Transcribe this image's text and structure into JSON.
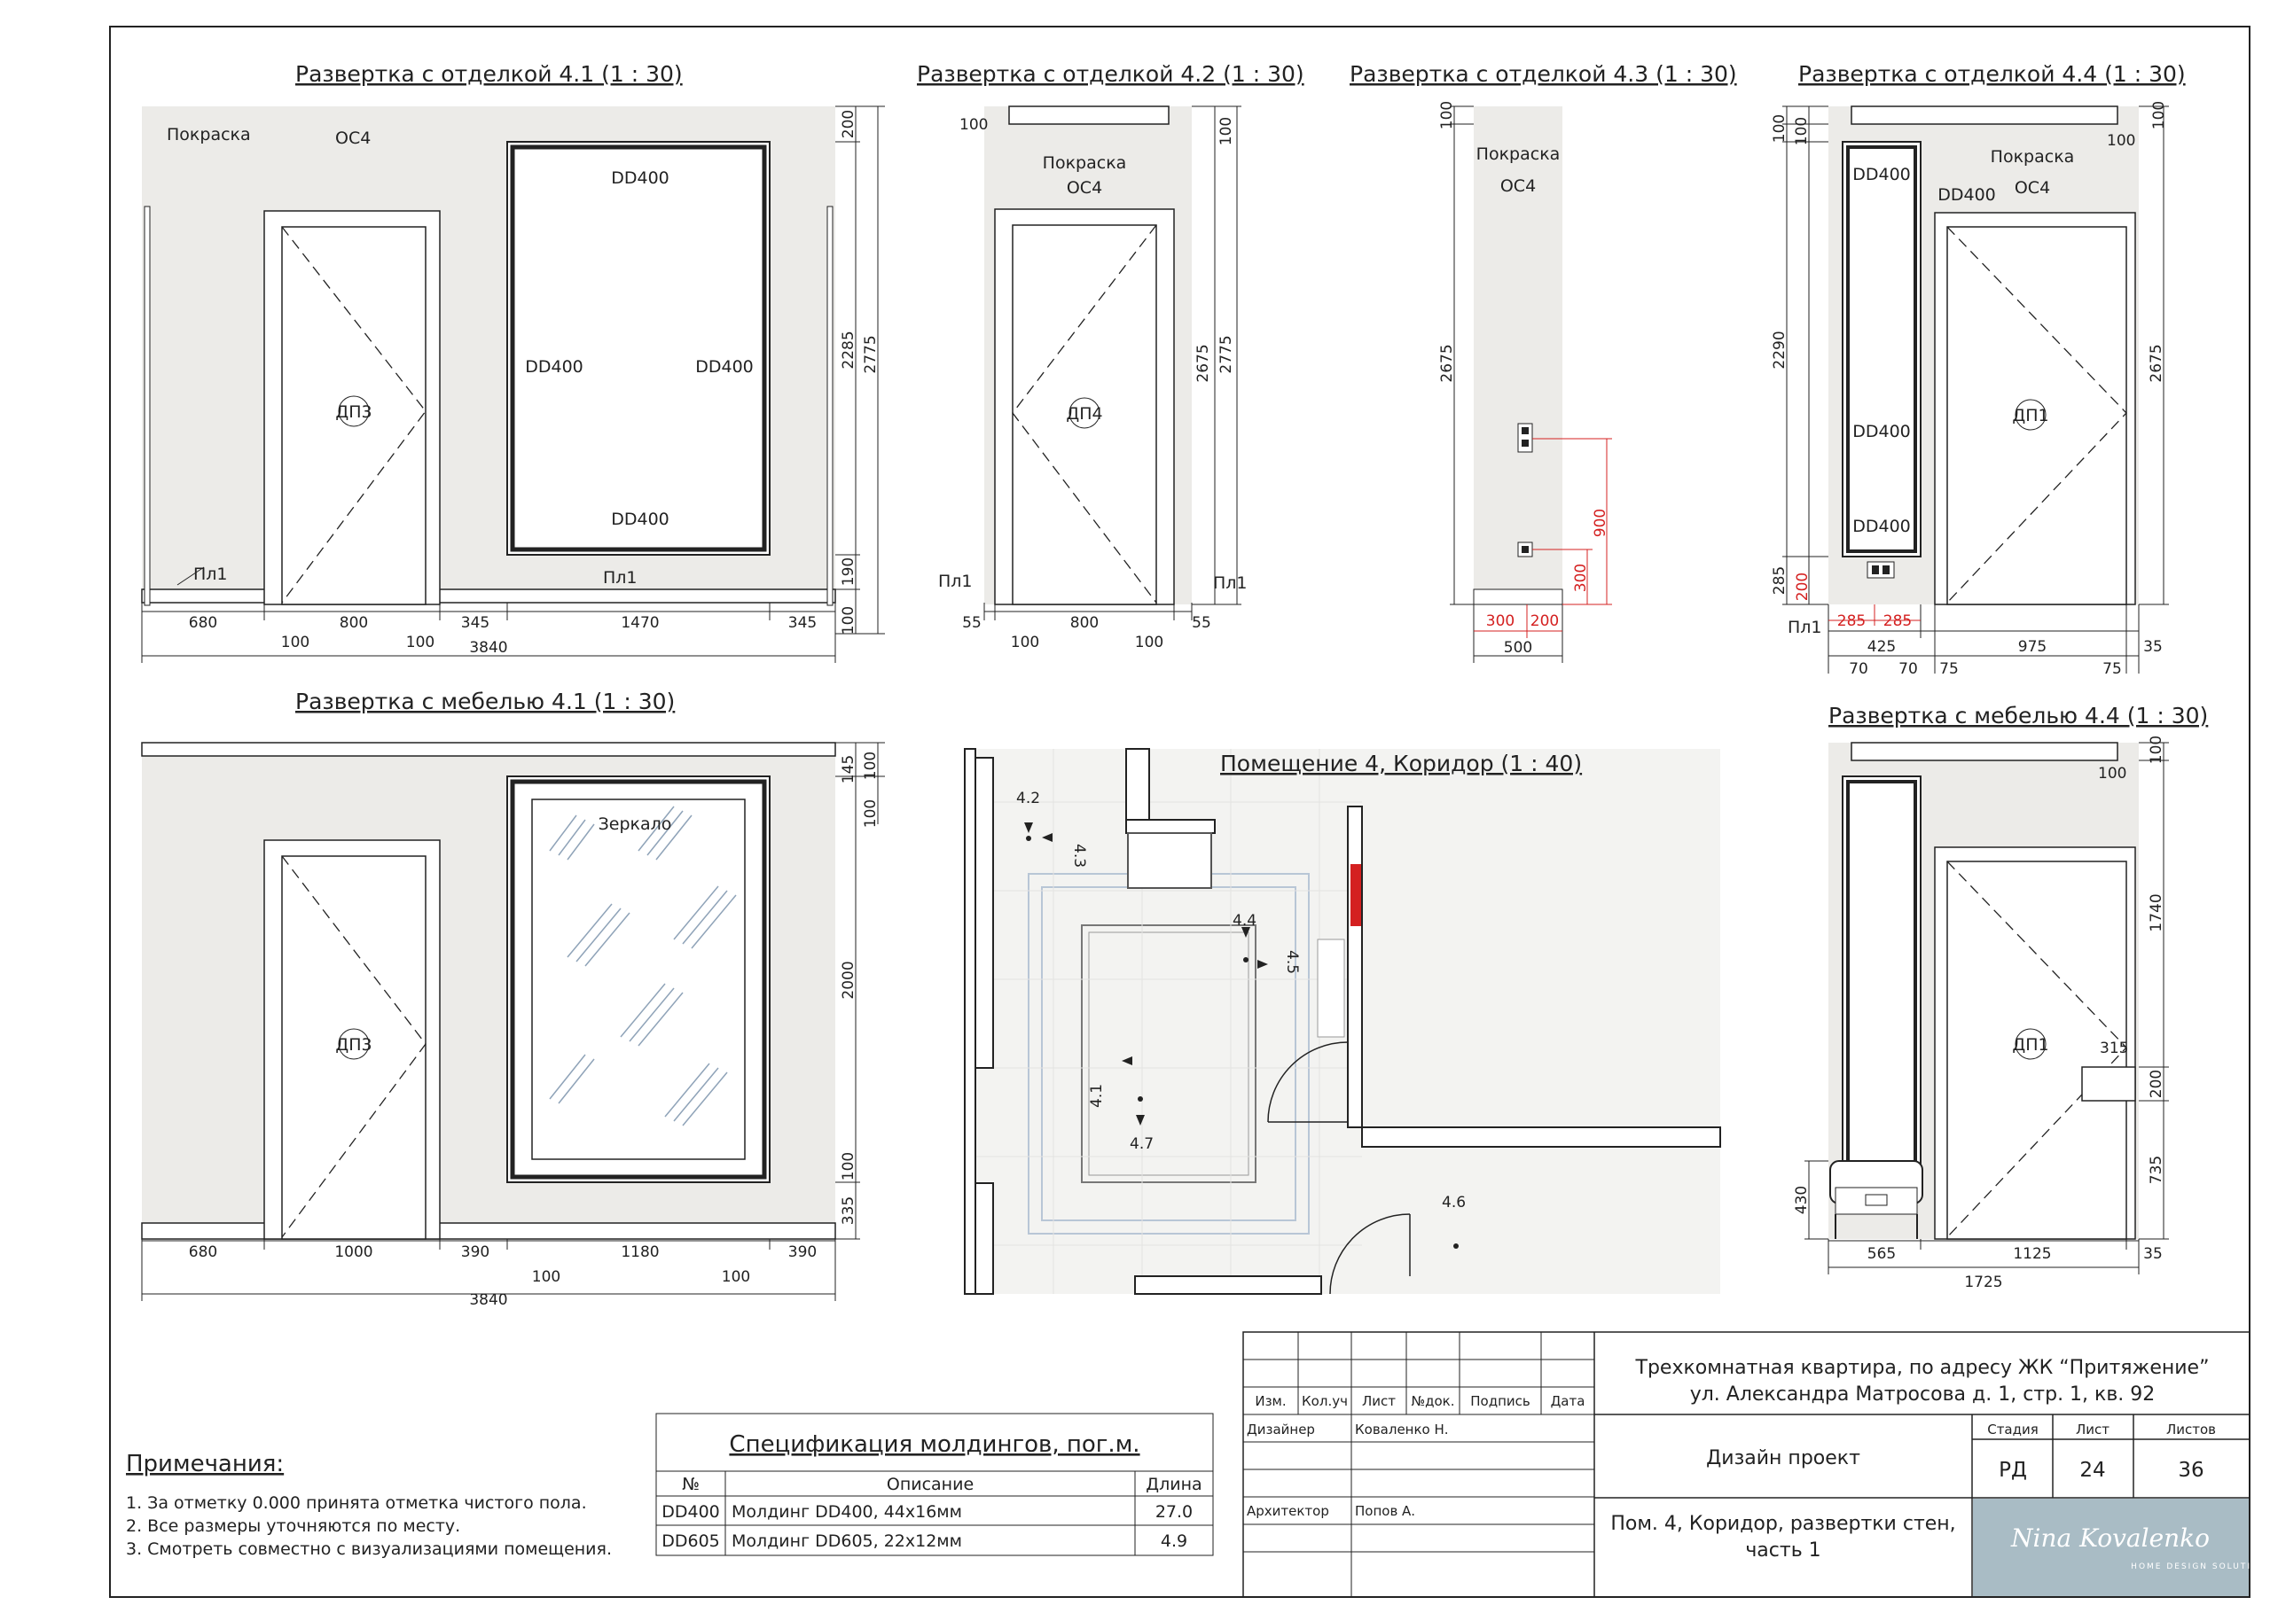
{
  "titles": {
    "e41": "Развертка с отделкой 4.1 (1 : 30)",
    "e42": "Развертка с отделкой 4.2 (1 : 30)",
    "e43": "Развертка с отделкой 4.3 (1 : 30)",
    "e44": "Развертка с отделкой 4.4 (1 : 30)",
    "m41": "Развертка с мебелью 4.1 (1 : 30)",
    "m44": "Развертка с мебелью 4.4 (1 : 30)",
    "plan": "Помещение 4, Коридор (1 : 40)"
  },
  "e41": {
    "pokraska": "Покраска",
    "oc": "ОС4",
    "door": "ДП3",
    "dd_top": "DD400",
    "dd_left": "DD400",
    "dd_right": "DD400",
    "dd_bottom": "DD400",
    "pl_left": "Пл1",
    "pl_right": "Пл1",
    "d_680": "680",
    "d_800": "800",
    "d_345a": "345",
    "d_1470": "1470",
    "d_345b": "345",
    "d_100a": "100",
    "d_100b": "100",
    "d_total": "3840",
    "v_200": "200",
    "v_2285": "2285",
    "v_2775": "2775",
    "v_190": "190",
    "v_100": "100"
  },
  "e42": {
    "pokraska": "Покраска",
    "oc": "ОС4",
    "door": "ДП4",
    "pl_left": "Пл1",
    "pl_right": "Пл1",
    "d_100top": "100",
    "v_100": "100",
    "v_2675": "2675",
    "v_2775": "2775",
    "d_55a": "55",
    "d_800": "800",
    "d_55b": "55",
    "d_100a": "100",
    "d_100b": "100"
  },
  "e43": {
    "pokraska": "Покраска",
    "oc": "ОС4",
    "v_100": "100",
    "v_2675": "2675",
    "v_900": "900",
    "v_300": "300",
    "d_300": "300",
    "d_200": "200",
    "d_500": "500"
  },
  "e44": {
    "pokraska": "Покраска",
    "oc": "ОС4",
    "door": "ДП1",
    "dd_a": "DD400",
    "dd_b": "DD400",
    "dd_c": "DD400",
    "dd_d": "DD400",
    "pl": "Пл1",
    "v_100a": "100",
    "v_100b": "100",
    "v_100c": "100",
    "v_100d": "100",
    "v_2290": "2290",
    "v_2675": "2675",
    "v_285": "285",
    "v_200": "200",
    "d_285a": "285",
    "d_285b": "285",
    "d_425": "425",
    "d_975": "975",
    "d_35": "35",
    "d_70a": "70",
    "d_70b": "70",
    "d_75a": "75",
    "d_75b": "75"
  },
  "m41": {
    "door": "ДП3",
    "mirror": "Зеркало",
    "v_145": "145",
    "v_100a": "100",
    "v_100b": "100",
    "v_2000": "2000",
    "v_100c": "100",
    "v_335": "335",
    "d_680": "680",
    "d_1000": "1000",
    "d_390a": "390",
    "d_1180": "1180",
    "d_390b": "390",
    "d_100a": "100",
    "d_100b": "100",
    "d_total": "3840"
  },
  "m44": {
    "door": "ДП1",
    "v_100a": "100",
    "v_100b": "100",
    "v_1740": "1740",
    "v_315": "315",
    "v_200": "200",
    "v_735": "735",
    "v_430": "430",
    "d_565": "565",
    "d_1125": "1125",
    "d_35": "35",
    "d_1725": "1725"
  },
  "plan": {
    "m42": "4.2",
    "m43": "4.3",
    "m44": "4.4",
    "m45": "4.5",
    "m41": "4.1",
    "m47": "4.7",
    "m46": "4.6"
  },
  "notes": {
    "heading": "Примечания:",
    "items": [
      "1.   За отметку 0.000 принята отметка чистого пола.",
      "2.   Все размеры уточняются по месту.",
      "3.   Смотреть совместно с визуализациями помещения."
    ]
  },
  "spec": {
    "title": "Спецификация молдингов, пог.м.",
    "headers": [
      "№",
      "Описание",
      "Длина"
    ],
    "rows": [
      [
        "DD400",
        "Молдинг DD400, 44х16мм",
        "27.0"
      ],
      [
        "DD605",
        "Молдинг DD605, 22х12мм",
        "4.9"
      ]
    ]
  },
  "stamp": {
    "cols": [
      "Изм.",
      "Кол.уч",
      "Лист",
      "№док.",
      "Подпись",
      "Дата"
    ],
    "designer_role": "Дизайнер",
    "designer_name": "Коваленко Н.",
    "architect_role": "Архитектор",
    "architect_name": "Попов А.",
    "project_line1": "Трехкомнатная квартира, по адресу ЖК “Притяжение”",
    "project_line2": "ул. Александра Матросова д. 1, стр. 1, кв. 92",
    "design": "Дизайн проект",
    "stage_h": "Стадия",
    "sheet_h": "Лист",
    "sheets_h": "Листов",
    "stage": "РД",
    "sheet": "24",
    "sheets": "36",
    "sheet_title_1": "Пом. 4, Коридор, развертки стен,",
    "sheet_title_2": "часть 1",
    "logo": "Nina Kovalenko",
    "logo_sub": "HOME DESIGN SOLUTION"
  }
}
